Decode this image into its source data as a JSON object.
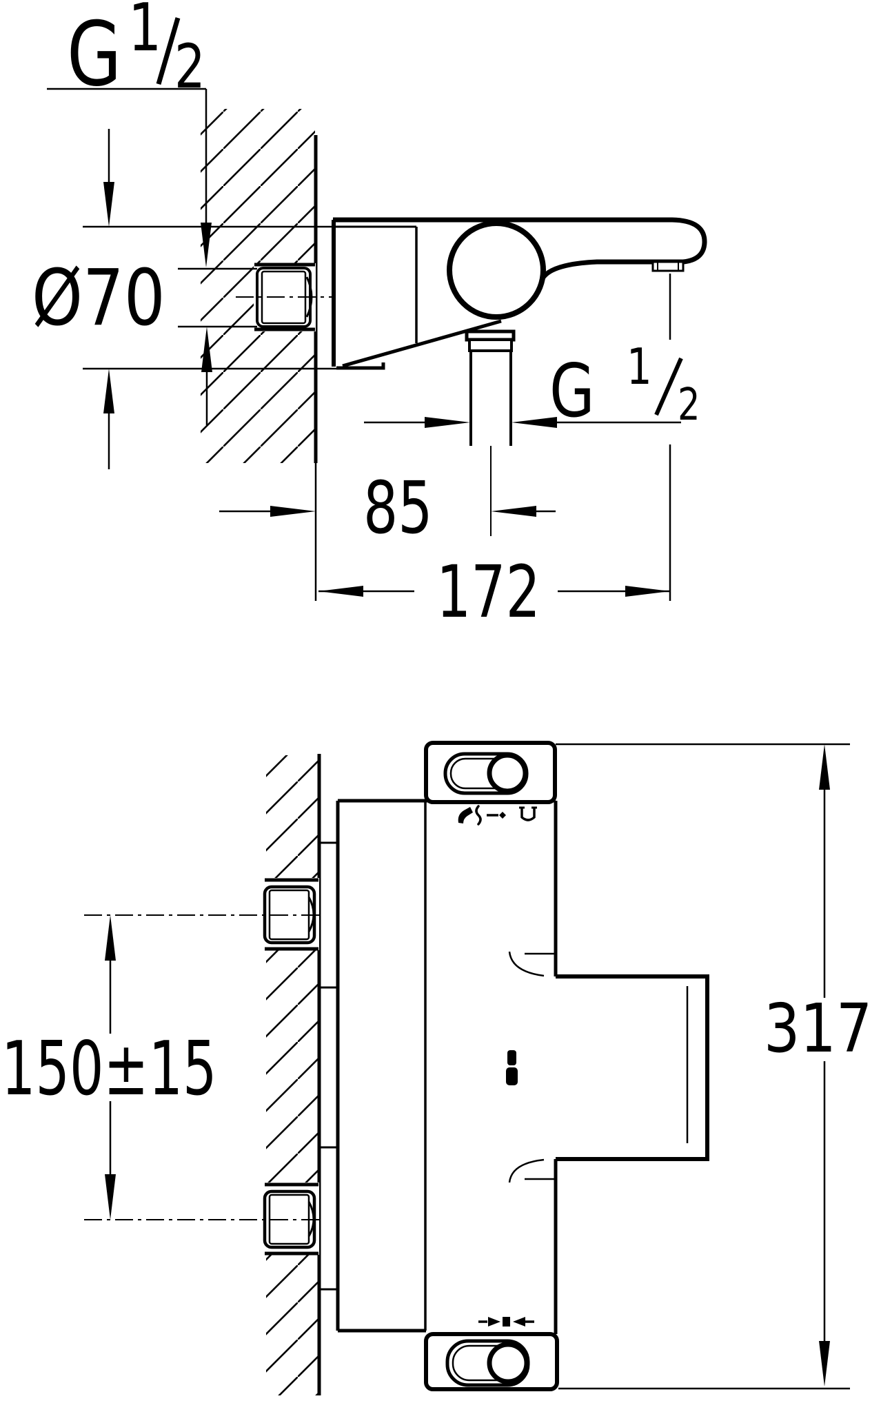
{
  "page": {
    "background": "#ffffff",
    "ink": "#000000"
  },
  "views": {
    "side": {
      "name": "side view with wall section"
    },
    "front": {
      "name": "front view with wall section"
    }
  },
  "dimensions": {
    "wall_thread": {
      "label": "G 1/2",
      "prefix": "G",
      "sup": "1",
      "sub": "2"
    },
    "escutcheon_diameter": {
      "label": "Ø70",
      "text": "Ø70"
    },
    "hose_offset": {
      "label": "85",
      "text": "85"
    },
    "depth": {
      "label": "172",
      "text": "172"
    },
    "hose_thread": {
      "label": "G 1/2",
      "prefix": "G",
      "sup": "1",
      "sub": "2"
    },
    "supply_spacing": {
      "label": "150±15",
      "text": "150±15"
    },
    "overall_height": {
      "label": "317",
      "text": "317"
    }
  },
  "icons": {
    "top_row": [
      "hand-shower-icon",
      "hose-icon",
      "spout-flow-icon",
      "tub-icon"
    ],
    "bottom_row": [
      "pull-adjust-icon"
    ]
  }
}
